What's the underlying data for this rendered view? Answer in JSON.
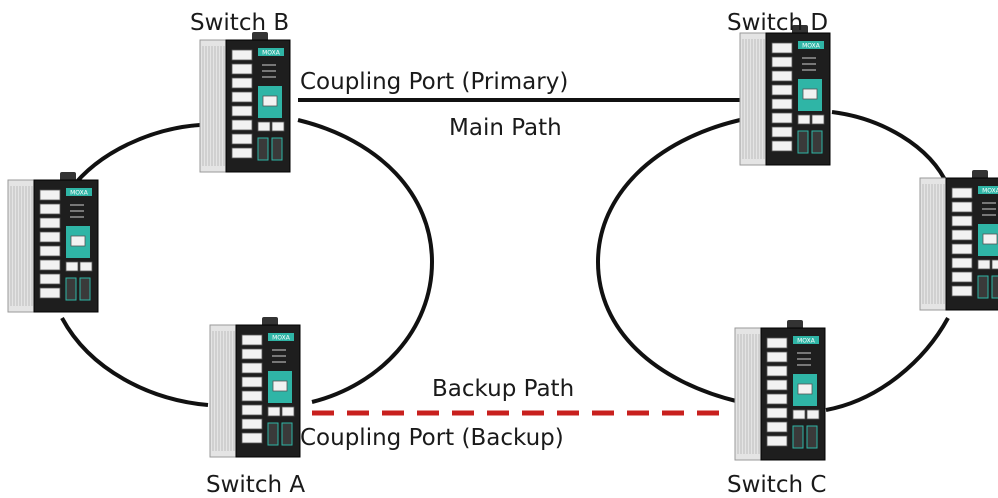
{
  "switches": {
    "a": {
      "label": "Switch A",
      "brand": "MOXA"
    },
    "b": {
      "label": "Switch B",
      "brand": "MOXA"
    },
    "c": {
      "label": "Switch C",
      "brand": "MOXA"
    },
    "d": {
      "label": "Switch D",
      "brand": "MOXA"
    },
    "left": {
      "label": "",
      "brand": "MOXA"
    },
    "right": {
      "label": "",
      "brand": "MOXA"
    }
  },
  "links": {
    "coupling_primary_label": "Coupling Port (Primary)",
    "main_path_label": "Main Path",
    "backup_path_label": "Backup Path",
    "coupling_backup_label": "Coupling Port (Backup)"
  },
  "colors": {
    "ring_line": "#111111",
    "backup_line": "#c8201e",
    "device_body": "#e4e4e4",
    "device_panel": "#1e1e1e",
    "device_accent": "#2fb5a6"
  }
}
